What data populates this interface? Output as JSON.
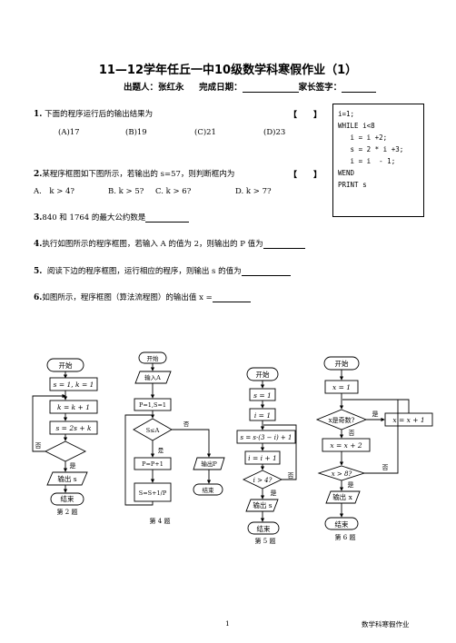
{
  "header": {
    "title": "11—12学年任丘一中10级数学科寒假作业（1）",
    "author_label": "出题人：张红永",
    "date_label": "完成日期：",
    "parent_label": "家长签字："
  },
  "questions": {
    "q1": {
      "num": "1.",
      "text": "下面的程序运行后的输出结果为",
      "bracket": "【　　】",
      "options": [
        "(A)17",
        "(B)19",
        "(C)21",
        "(D)23"
      ]
    },
    "q2": {
      "num": "2.",
      "text": "某程序框图如下图所示，若输出的 s=57，则判断框内为",
      "bracket": "【　　】",
      "options": [
        "A.　k > 4?",
        "B. k > 5?",
        "C. k > 6?",
        "D. k > 7?"
      ]
    },
    "q3": {
      "num": "3.",
      "text": "840 和 1764 的最大公约数是"
    },
    "q4": {
      "num": "4.",
      "text": "执行如图所示的程序框图，若输入 A 的值为 2，则输出的 P 值为"
    },
    "q5": {
      "num": "5.",
      "text": "阅读下边的程序框图，运行相应的程序，则输出 s 的值为"
    },
    "q6": {
      "num": "6.",
      "text": "如图所示，程序框图（算法流程图）的输出值 x ="
    }
  },
  "code": {
    "lines": [
      "i=1;",
      "WHILE i<8",
      "   i = i +2;",
      "   s = 2 * i +3;",
      "   i = i  - 1;",
      "WEND",
      "PRINT s"
    ]
  },
  "flowcharts": {
    "fc2": {
      "start": "开始",
      "init": "s = 1, k = 1",
      "inc": "k = k + 1",
      "update": "s = 2s + k",
      "yes": "是",
      "no": "否",
      "output": "输出 s",
      "end": "结束",
      "caption": "第 2 题"
    },
    "fc4": {
      "start": "开始",
      "input": "输入A",
      "init": "P=1,S=1",
      "cond": "S≤A",
      "yes": "是",
      "no": "否",
      "inc": "P=P+1",
      "update": "S=S+1/P",
      "output": "输出P",
      "end": "结束",
      "caption": "第 4 题"
    },
    "fc5": {
      "start": "开始",
      "s_init": "s = 1",
      "i_init": "i = 1",
      "update": "s = s·(3 − i) + 1",
      "inc": "i = i + 1",
      "cond": "i > 4?",
      "yes": "是",
      "no": "否",
      "output": "输出 s",
      "end": "结束",
      "caption": "第 5 题"
    },
    "fc6": {
      "start": "开始",
      "init": "x = 1",
      "cond1": "x是奇数?",
      "yes1": "是",
      "no1": "否",
      "odd_inc": "x = x + 1",
      "update": "x = x + 2",
      "cond2": "x > 8?",
      "yes2": "是",
      "no2": "否",
      "output": "输出 x",
      "end": "结束",
      "caption": "第 6 题"
    }
  },
  "footer": {
    "page": "1",
    "label": "数学科寒假作业"
  }
}
